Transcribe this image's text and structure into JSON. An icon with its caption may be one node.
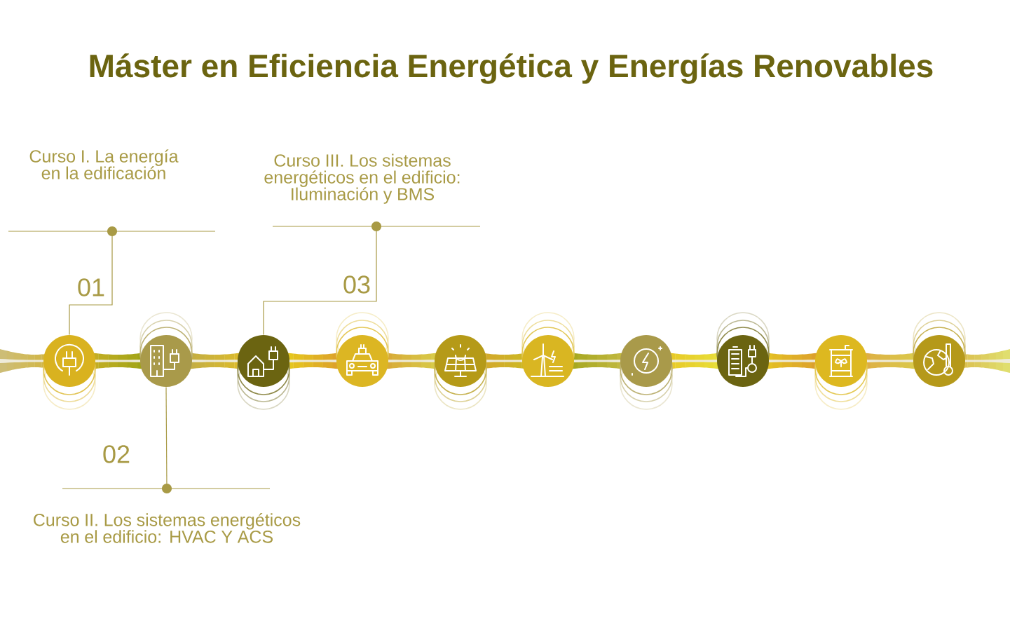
{
  "diagram": {
    "title": "Máster en Eficiencia Energética y Energías Renovables",
    "nodes": [
      {
        "text": [
          "Curso I. La energía en la edificación"
        ]
      },
      {
        "text": [
          "Curso II. Los sistemas energéticos en el edificio: HVAC Y ACS"
        ]
      },
      {
        "text": [
          "Curso III. Los sistemas energéticos en el edificio: Iluminación y BMS"
        ]
      },
      {
        "text": [],
        "shape": "circle"
      },
      {
        "text": [],
        "shape": "circle"
      },
      {
        "text": [],
        "shape": "circle"
      },
      {
        "text": [],
        "shape": "circle"
      },
      {
        "text": [],
        "shape": "circle"
      },
      {
        "text": [],
        "shape": "circle"
      },
      {
        "text": [],
        "shape": "circle"
      },
      {
        "text": [],
        "shape": "circle"
      },
      {
        "text": [],
        "shape": "circle"
      },
      {
        "text": [],
        "shape": "circle"
      }
    ],
    "edges": [
      {
        "from": 0,
        "to": 3,
        "arrow": "other"
      },
      {
        "from": 1,
        "to": 4,
        "arrow": "other"
      },
      {
        "from": 2,
        "to": 5,
        "arrow": "other"
      }
    ],
    "labels": [
      "01",
      "02",
      "03"
    ]
  }
}
